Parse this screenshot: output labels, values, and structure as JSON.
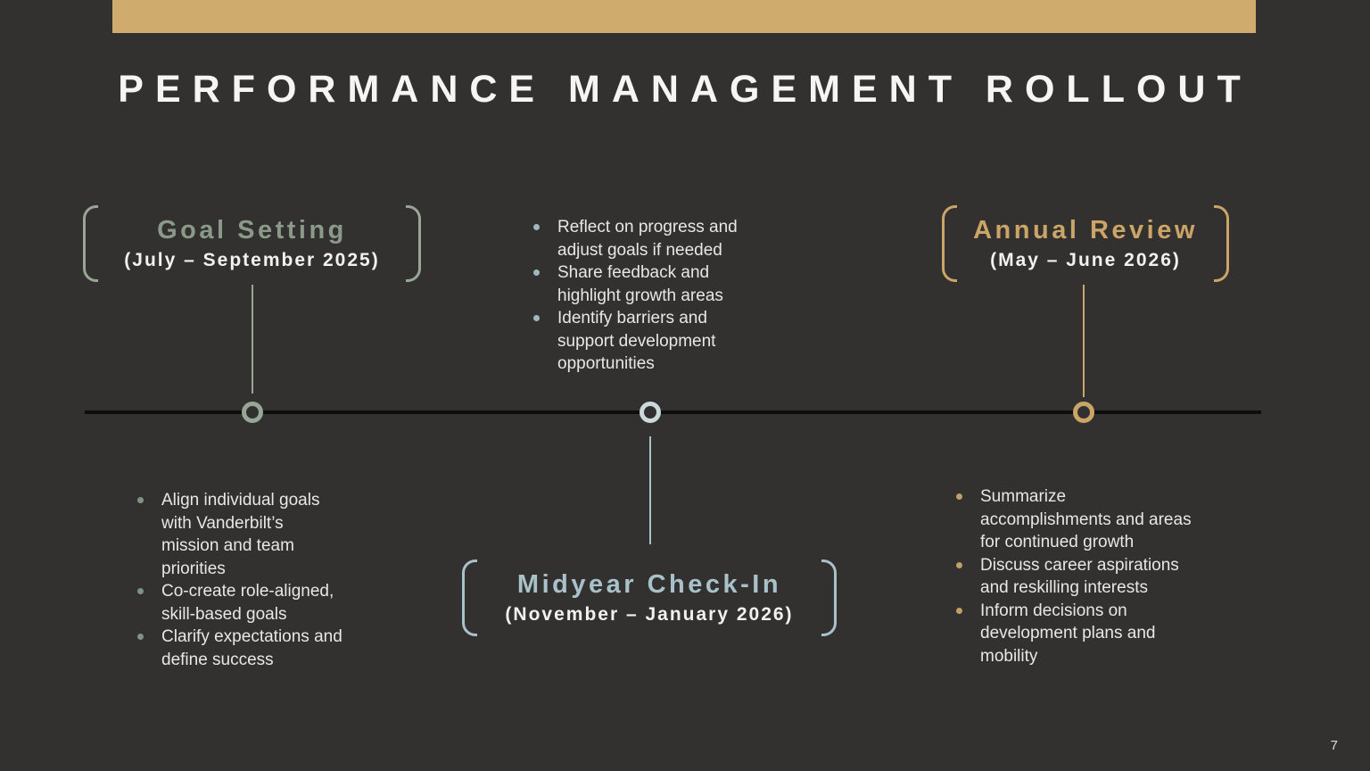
{
  "slide": {
    "title": "PERFORMANCE MANAGEMENT ROLLOUT",
    "page_number": "7"
  },
  "colors": {
    "background": "#323130",
    "top_bar": "#cfab6d",
    "sage": "#8b9a88",
    "pale_blue": "#a9c2ca",
    "gold": "#cba467",
    "timeline_line": "#0d0d0d",
    "body_text": "#e8e7e4"
  },
  "timeline": {
    "milestones": [
      {
        "title": "Goal Setting",
        "date_range": "(July – September 2025)",
        "bullets": [
          "Align individual goals\nwith Vanderbilt’s\nmission and team\npriorities",
          "Co-create role-aligned,\nskill-based goals",
          "Clarify expectations and\ndefine success"
        ]
      },
      {
        "title": "Midyear Check-In",
        "date_range": "(November – January 2026)",
        "bullets": [
          "Reflect on progress and\nadjust goals if needed",
          "Share feedback and\nhighlight growth areas",
          "Identify barriers and\nsupport development\nopportunities"
        ]
      },
      {
        "title": "Annual Review",
        "date_range": "(May – June 2026)",
        "bullets": [
          "Summarize\naccomplishments and areas\nfor continued growth",
          "Discuss career aspirations\nand reskilling interests",
          "Inform decisions on\ndevelopment plans and\nmobility"
        ]
      }
    ]
  }
}
